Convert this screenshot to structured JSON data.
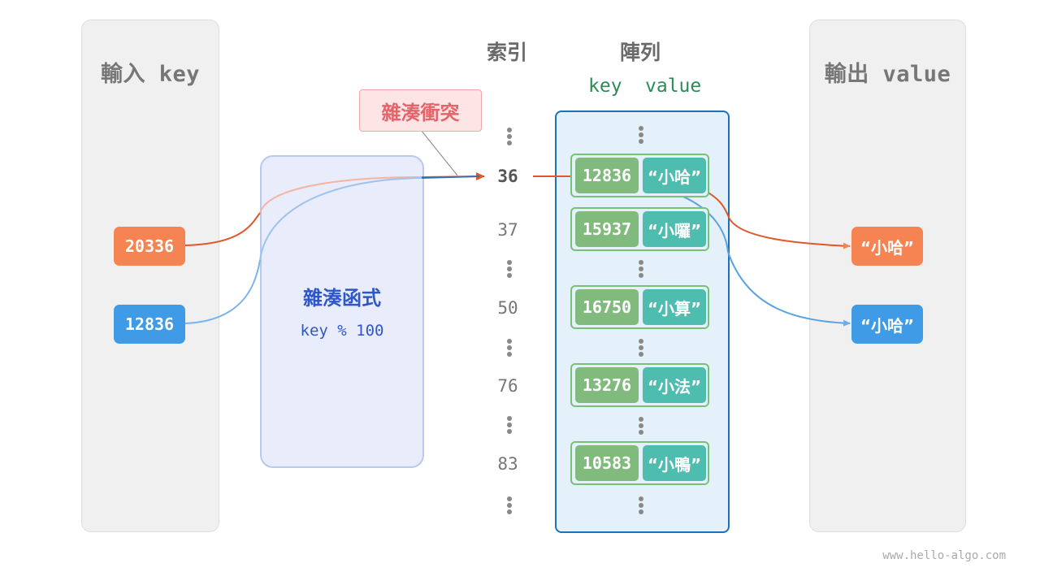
{
  "input_panel": {
    "title": "輸入 key"
  },
  "output_panel": {
    "title": "輸出 value"
  },
  "headers": {
    "index": "索引",
    "array": "陣列",
    "key": "key",
    "value": "value"
  },
  "collision_label": "雜湊衝突",
  "hash_function": {
    "title": "雜湊函式",
    "formula": "key % 100"
  },
  "inputs": [
    {
      "key": "20336",
      "color": "#f68453"
    },
    {
      "key": "12836",
      "color": "#3f9be6"
    }
  ],
  "outputs": [
    {
      "value": "“小哈”",
      "color": "#f68453"
    },
    {
      "value": "“小哈”",
      "color": "#3f9be6"
    }
  ],
  "indices": [
    "36",
    "37",
    "50",
    "76",
    "83"
  ],
  "buckets": [
    {
      "index": "36",
      "key": "12836",
      "value": "“小哈”"
    },
    {
      "index": "37",
      "key": "15937",
      "value": "“小囉”"
    },
    {
      "index": "50",
      "key": "16750",
      "value": "“小算”"
    },
    {
      "index": "76",
      "key": "13276",
      "value": "“小法”"
    },
    {
      "index": "83",
      "key": "10583",
      "value": "“小鴨”"
    }
  ],
  "watermark": "www.hello-algo.com"
}
